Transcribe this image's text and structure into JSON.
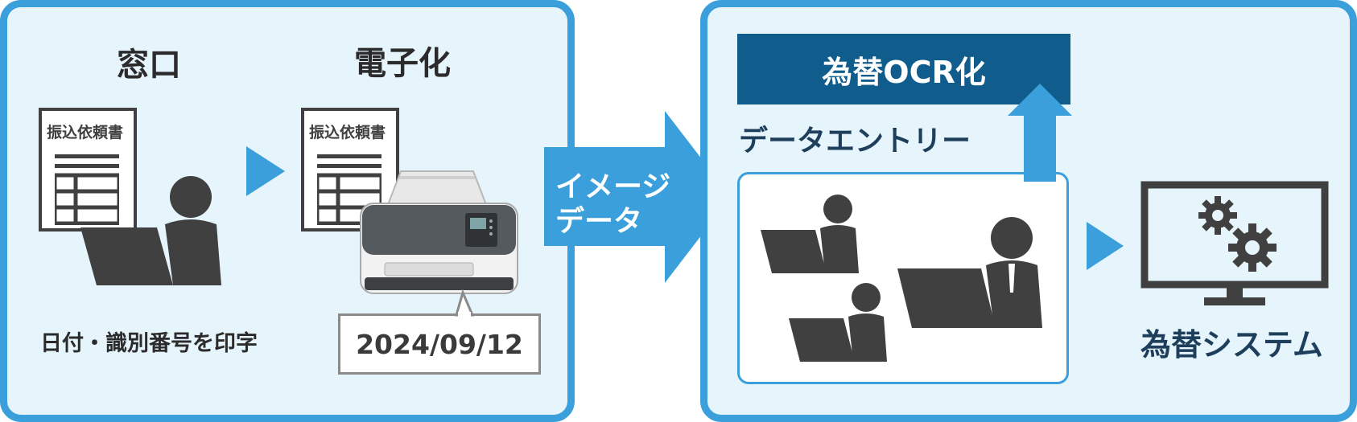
{
  "colors": {
    "accent_blue": "#3a9fda",
    "dark_blue": "#0f5c8d",
    "panel_bg": "#e6f4fc",
    "icon_gray": "#404040"
  },
  "window_panel": {
    "label": "窓口",
    "document_title": "振込依頼書",
    "caption": "日付・識別番号を印字"
  },
  "digitize_step": {
    "label": "電子化",
    "document_title": "振込依頼書",
    "date_stamp": "2024/09/12"
  },
  "transfer_arrow": {
    "line1": "イメージ",
    "line2": "データ"
  },
  "right_panel": {
    "ocr_banner": "為替OCR化",
    "data_entry_label": "データエントリー",
    "system_label": "為替システム"
  },
  "icons": [
    "document-icon",
    "person-at-laptop-icon",
    "scanner-icon",
    "monitor-gears-icon",
    "up-arrow-icon",
    "right-arrow-icon"
  ]
}
